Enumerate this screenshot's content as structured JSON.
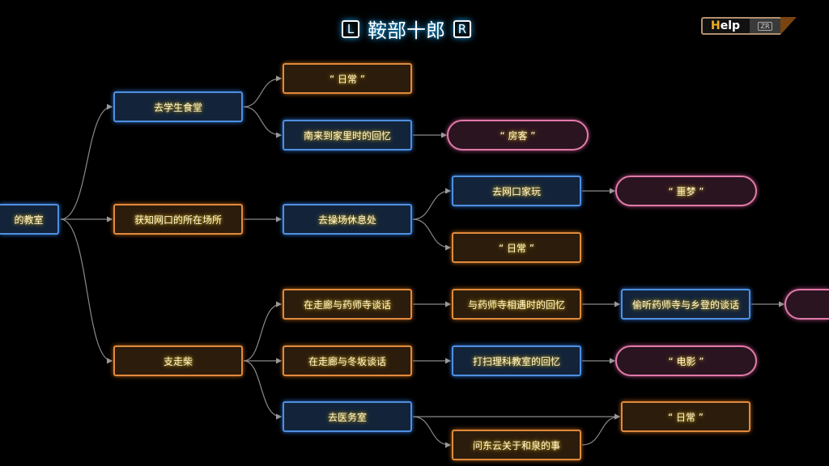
{
  "header": {
    "title": "鞍部十郎",
    "left_key": "L",
    "right_key": "R"
  },
  "help": {
    "label_first": "H",
    "label_rest": "elp",
    "button_hint": "ZR"
  },
  "nodes": {
    "root": "的教室",
    "cafeteria": "去学生食堂",
    "learn_location": "获知网口的所在场所",
    "send_away": "支走柴",
    "daily1": "“ 日常 ”",
    "memory_home": "南来到家里时的回忆",
    "playground": "去操场休息处",
    "talk_yakushiji": "在走廊与药师寺谈话",
    "talk_fuyusaka": "在走廊与冬坂谈话",
    "infirmary": "去医务室",
    "lodger": "“ 房客 ”",
    "visit_amiguchi": "去网口家玩",
    "daily2": "“ 日常 ”",
    "meet_memory": "与药师寺相遇时的回忆",
    "cleaning_memory": "打扫理科教室的回忆",
    "ask_shinonome": "问东云关于和泉的事",
    "nightmare": "“ 噩梦 ”",
    "eavesdrop": "偷听药师寺与乡登的谈话",
    "movie": "“ 电影 ”",
    "daily3": "“ 日常 ”",
    "partial": ""
  }
}
